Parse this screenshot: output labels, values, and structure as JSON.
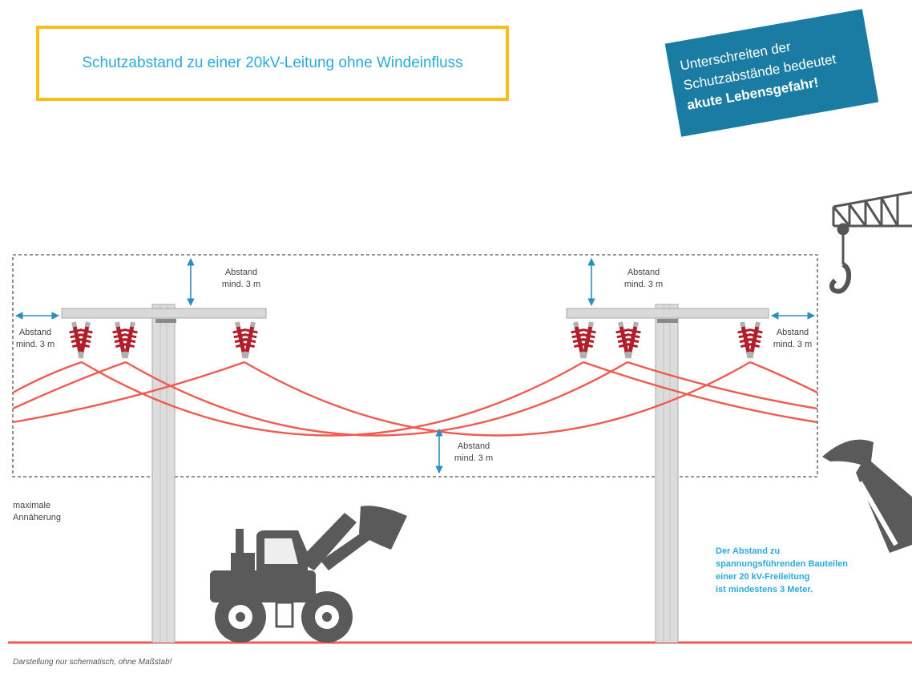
{
  "title": "Schutzabstand zu einer 20kV-Leitung ohne Windeinfluss",
  "warning": {
    "line1": "Unterschreiten der",
    "line2": "Schutzabstände bedeutet",
    "line3": "akute Lebensgefahr!"
  },
  "distance_labels": {
    "top_left": {
      "line1": "Abstand",
      "line2": "mind. 3 m"
    },
    "top_right": {
      "line1": "Abstand",
      "line2": "mind. 3 m"
    },
    "side_left": {
      "line1": "Abstand",
      "line2": "mind. 3 m"
    },
    "side_right": {
      "line1": "Abstand",
      "line2": "mind. 3 m"
    },
    "bottom": {
      "line1": "Abstand",
      "line2": "mind. 3 m"
    }
  },
  "approach_label": {
    "line1": "maximale",
    "line2": "Annäherung"
  },
  "info": {
    "line1": "Der Abstand zu",
    "line2": "spannungsführenden Bauteilen",
    "line3": "einer 20 kV-Freileitung",
    "line4": "ist mindestens 3 Meter."
  },
  "footnote": "Darstellung nur schematisch, ohne Maßstab!",
  "colors": {
    "title_border": "#f6bf1a",
    "title_text": "#2aa9dd",
    "banner": "#1a7ca3",
    "wire": "#f05a4f",
    "ground": "#f05a4f",
    "insulator": "#b01e2a",
    "arrow": "#2a8fbf",
    "pole": "#d9d9d9",
    "machine": "#5a5a5a"
  }
}
